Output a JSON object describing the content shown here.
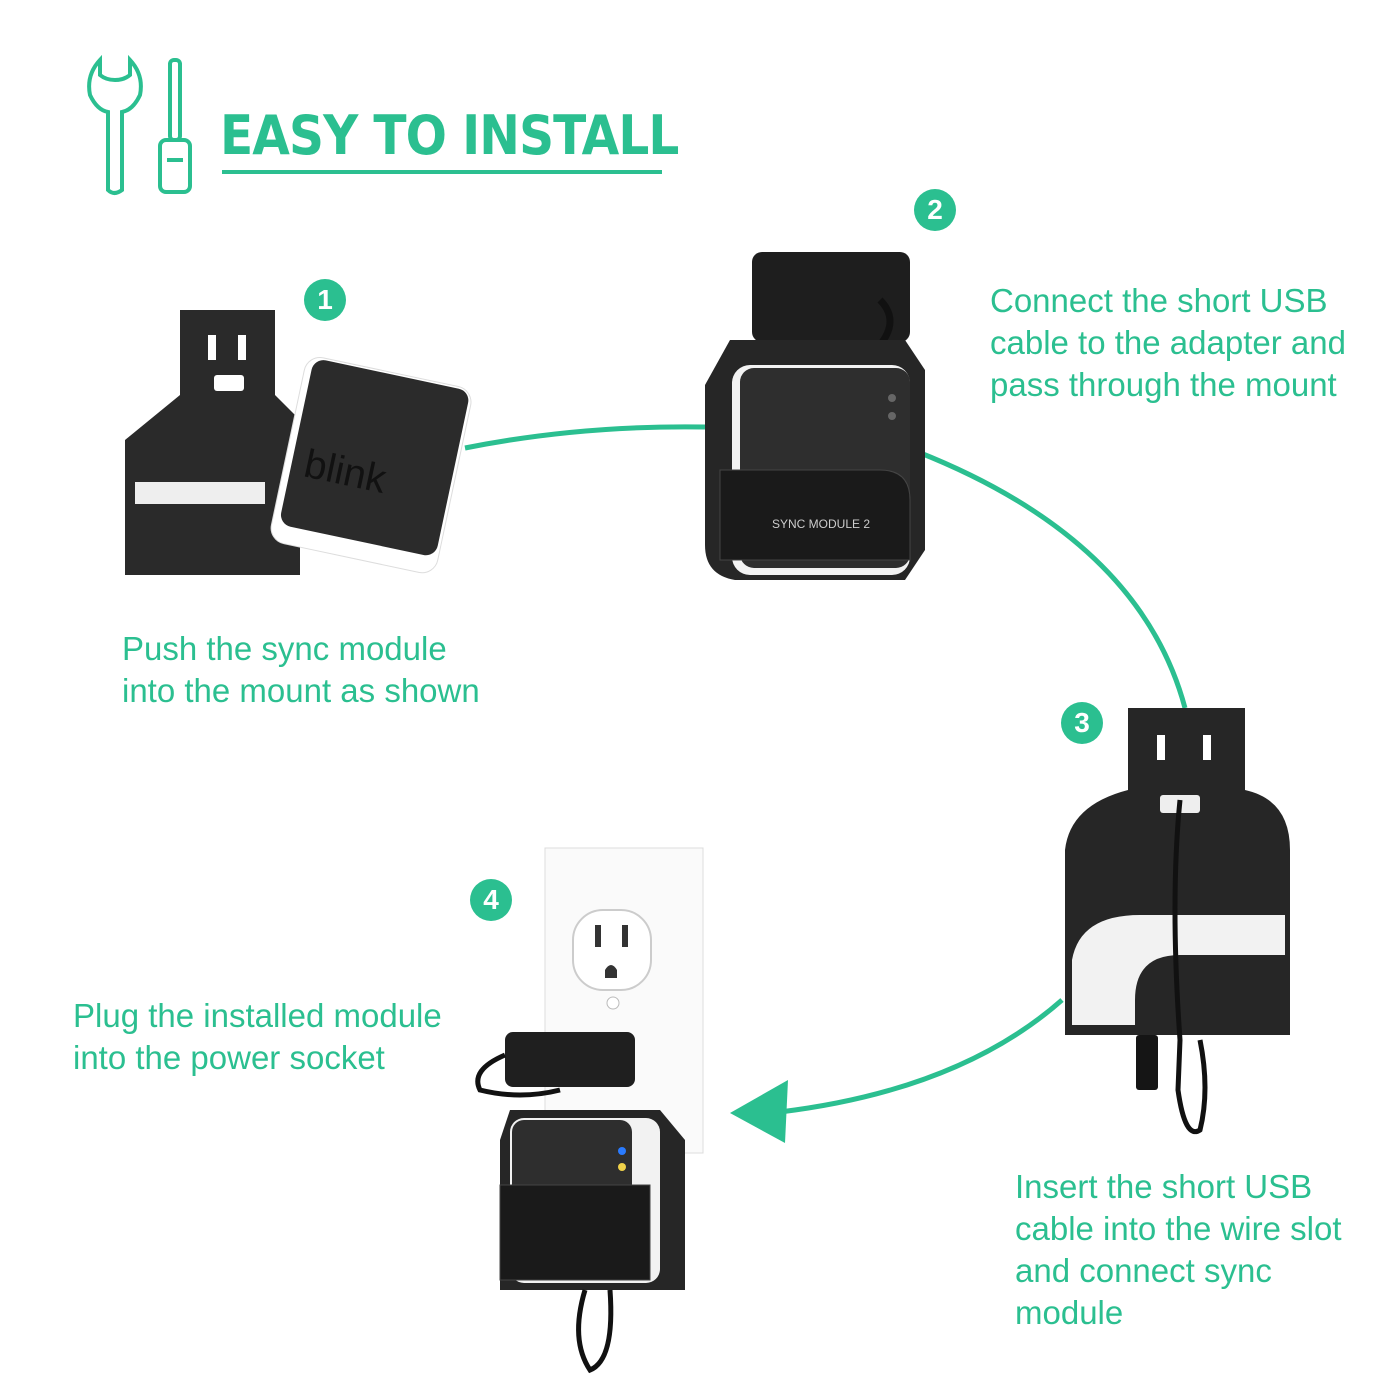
{
  "header": {
    "title": "EASY TO INSTALL",
    "icon": "tools-icon"
  },
  "brand": {
    "logo_text": "blink",
    "model_text": "SYNC MODULE 2"
  },
  "accent_color": "#2bbf90",
  "steps": [
    {
      "number": "1",
      "text": "Push the sync module\ninto the mount as shown"
    },
    {
      "number": "2",
      "text": "Connect the short USB\ncable to the adapter and\npass through the mount"
    },
    {
      "number": "3",
      "text": "Insert the short USB\ncable into the wire slot\nand connect sync\nmodule"
    },
    {
      "number": "4",
      "text": "Plug the installed module\ninto the power socket"
    }
  ]
}
